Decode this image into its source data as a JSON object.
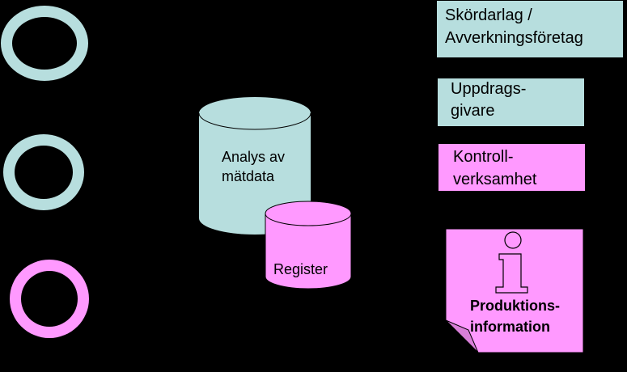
{
  "colors": {
    "background": "#000000",
    "light_teal": "#b7dede",
    "pink": "#ff99ff"
  },
  "legend_boxes": {
    "skordarlag": {
      "line1": "Skördarlag /",
      "line2": "Avverkningsföretag"
    },
    "uppdragsgivare": {
      "line1": "Uppdrags-",
      "line2": "givare"
    },
    "kontrollverksamhet": {
      "line1": "Kontroll-",
      "line2": "verksamhet"
    }
  },
  "databases": {
    "analys": {
      "line1": "Analys av",
      "line2": "mätdata"
    },
    "register": {
      "label": "Register"
    }
  },
  "info_note": {
    "icon": "info-i-icon",
    "line1": "Produktions-",
    "line2": "information"
  }
}
